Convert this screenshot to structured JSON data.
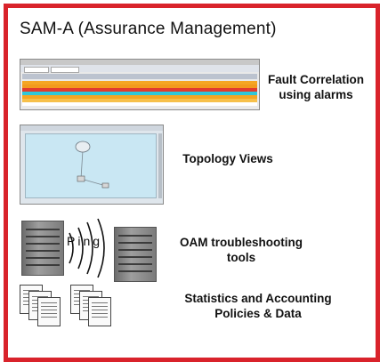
{
  "slide": {
    "title": "SAM-A (Assurance Management)",
    "items": [
      {
        "label_line1": "Fault Correlation",
        "label_line2": "using alarms",
        "icon": "alarm-list-screenshot"
      },
      {
        "label_line1": "Topology Views",
        "label_line2": "",
        "icon": "topology-map-screenshot"
      },
      {
        "label_line1": "OAM troubleshooting",
        "label_line2": "tools",
        "icon": "router-ping-illustration"
      },
      {
        "label_line1": "Statistics and Accounting",
        "label_line2": "Policies & Data",
        "icon": "documents-stack-icon"
      }
    ],
    "ping_text": "Ping"
  },
  "colors": {
    "frame": "#d9232b",
    "alarm_orange": "#f5a623",
    "alarm_red": "#e23b2e",
    "alarm_cyan": "#2fc7d9"
  }
}
